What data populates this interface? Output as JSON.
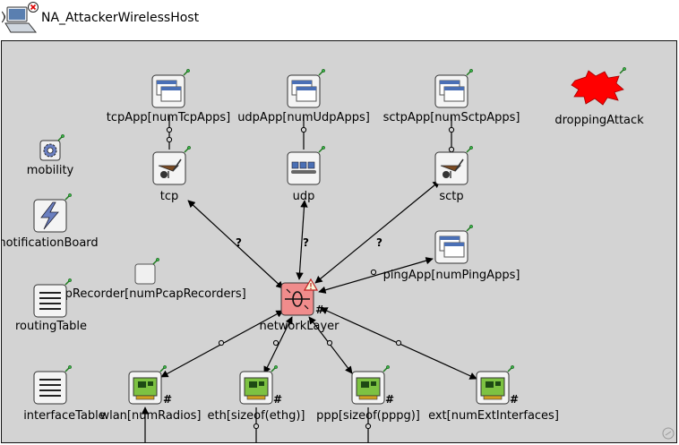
{
  "window": {
    "title": "NA_AttackerWirelessHost"
  },
  "modules": {
    "tcpApp": "tcpApp[numTcpApps]",
    "udpApp": "udpApp[numUdpApps]",
    "sctpApp": "sctpApp[numSctpApps]",
    "droppingAttack": "droppingAttack",
    "mobility": "mobility",
    "tcp": "tcp",
    "udp": "udp",
    "sctp": "sctp",
    "notificationBoard": "notificationBoard",
    "pingApp": "pingApp[numPingApps]",
    "pcapRecorder": "pcapRecorder[numPcapRecorders]",
    "routingTable": "routingTable",
    "networkLayer": "networkLayer",
    "interfaceTable": "interfaceTable",
    "wlan": "wlan[numRadios]",
    "eth": "eth[sizeof(ethg)]",
    "ppp": "ppp[sizeof(pppg)]",
    "ext": "ext[numExtInterfaces]"
  },
  "markers": {
    "unknown": "?",
    "vector": "#"
  },
  "colors": {
    "canvas": "#d3d3d3",
    "network_layer": "#f08c8c",
    "nic_green": "#7dc242",
    "attack_red": "#ff0000"
  }
}
